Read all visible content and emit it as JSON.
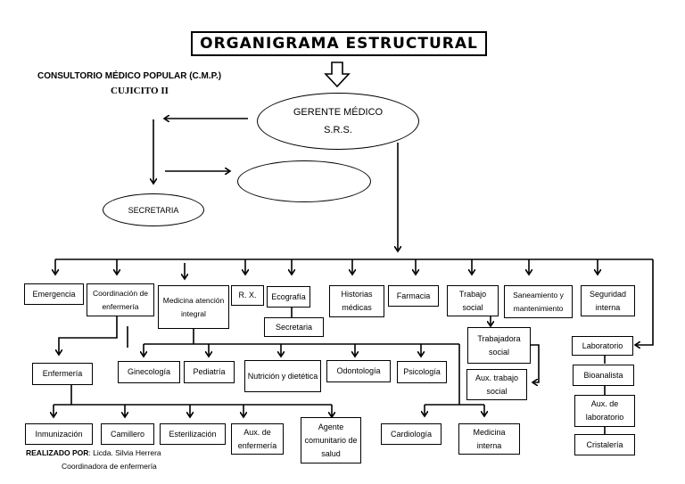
{
  "title": "ORGANIGRAMA ESTRUCTURAL",
  "header": {
    "line1": "CONSULTORIO MÉDICO POPULAR (C.M.P.)",
    "line2": "CUJICITO II"
  },
  "top": {
    "gerente_line1": "GERENTE MÉDICO",
    "gerente_line2": "S.R.S.",
    "secretaria": "SECRETARIA",
    "empty_node": ""
  },
  "departments": [
    {
      "id": "emergencia",
      "label": "Emergencia"
    },
    {
      "id": "coordinacion",
      "label": "Coordinación de enfermería"
    },
    {
      "id": "medicina-integral",
      "label": "Medicina atención integral"
    },
    {
      "id": "rx",
      "label": "R. X."
    },
    {
      "id": "ecografia",
      "label": "Ecografía"
    },
    {
      "id": "historias",
      "label": "Historias médicas"
    },
    {
      "id": "farmacia",
      "label": "Farmacia"
    },
    {
      "id": "trabajo-social",
      "label": "Trabajo social"
    },
    {
      "id": "saneamiento",
      "label": "Saneamiento y mantenimiento"
    },
    {
      "id": "seguridad",
      "label": "Seguridad interna"
    }
  ],
  "ecografia_sub": "Secretaria",
  "enfermeria": "Enfermería",
  "enfermeria_units": [
    "Inmunización",
    "Camillero",
    "Esterilización",
    "Aux. de enfermería",
    "Agente comunitario de salud"
  ],
  "medicina_units": [
    "Ginecología",
    "Pediatría",
    "Nutrición y dietética",
    "Odontología",
    "Psicología"
  ],
  "medicina_units_2": [
    "Cardiología",
    "Medicina interna"
  ],
  "trabajo_social_units": [
    "Trabajadora social",
    "Aux. trabajo social"
  ],
  "laboratorio_chain": [
    "Laboratorio",
    "Bioanalista",
    "Aux. de laboratorio",
    "Cristalería"
  ],
  "footer": {
    "label": "REALIZADO POR",
    "author": ": Licda. Silvia Herrera",
    "role": "Coordinadora de enfermería"
  }
}
